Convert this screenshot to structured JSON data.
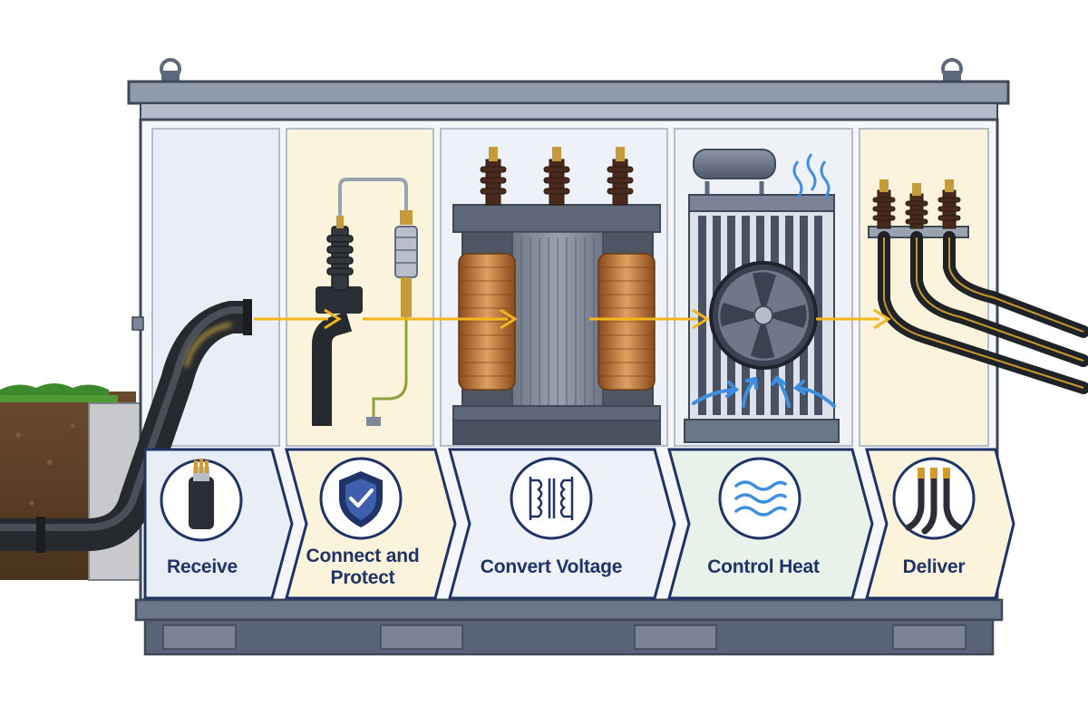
{
  "steps": [
    {
      "label": "Receive",
      "icon": "cable-icon"
    },
    {
      "label": "Connect and Protect",
      "icon": "shield-check-icon"
    },
    {
      "label": "Convert Voltage",
      "icon": "transformer-symbol-icon"
    },
    {
      "label": "Control Heat",
      "icon": "heat-waves-icon"
    },
    {
      "label": "Deliver",
      "icon": "output-cables-icon"
    }
  ],
  "colors": {
    "enclosure": "#5d6a7d",
    "panel_blue": "#e9eef6",
    "panel_cream": "#fbf3dc",
    "panel_green": "#e8f1ea",
    "label_navy": "#1f3366",
    "copper": "#c67a3a",
    "power_flow": "#f2b51a",
    "airflow": "#3f8fe0"
  }
}
